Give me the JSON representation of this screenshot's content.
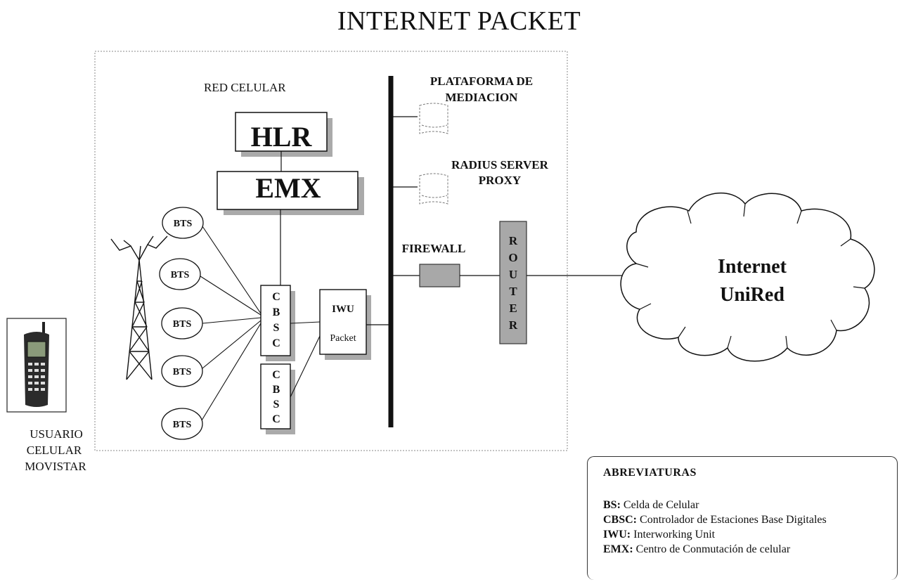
{
  "title": "INTERNET PACKET",
  "red_celular_label": "RED CELULAR",
  "nodes": {
    "hlr": "HLR",
    "emx": "EMX",
    "bts": [
      "BTS",
      "BTS",
      "BTS",
      "BTS",
      "BTS"
    ],
    "cbsc_1": [
      "C",
      "B",
      "S",
      "C"
    ],
    "cbsc_2": [
      "C",
      "B",
      "S",
      "C"
    ],
    "iwu_line1": "IWU",
    "iwu_line2": "Packet",
    "plataforma_line1": "PLATAFORMA DE",
    "plataforma_line2": "MEDIACION",
    "radius_line1": "RADIUS SERVER",
    "radius_line2": "PROXY",
    "firewall": "FIREWALL",
    "router": [
      "R",
      "O",
      "U",
      "T",
      "E",
      "R"
    ],
    "internet_line1": "Internet",
    "internet_line2": "UniRed"
  },
  "user": {
    "line1": "USUARIO",
    "line2": "CELULAR",
    "line3": "MOVISTAR"
  },
  "legend": {
    "title": "ABREVIATURAS",
    "items": [
      {
        "abbr": "BS:",
        "text": "Celda de Celular"
      },
      {
        "abbr": "CBSC:",
        "text": "Controlador de Estaciones Base Digitales"
      },
      {
        "abbr": "IWU:",
        "text": "Interworking Unit"
      },
      {
        "abbr": "EMX:",
        "text": "Centro de Conmutación de celular"
      }
    ]
  }
}
